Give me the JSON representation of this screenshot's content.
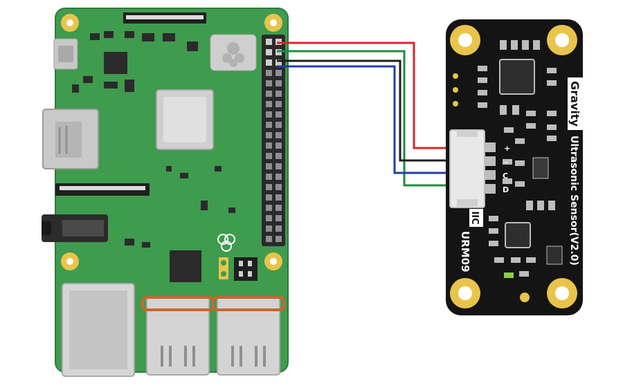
{
  "sensor": {
    "brand": "Gravity",
    "model": "Ultrasonic Sensor(V2.0)",
    "bus": "IIC",
    "part": "URM09",
    "pins": [
      "+",
      "-",
      "C",
      "D"
    ]
  },
  "wires": [
    {
      "signal": "power",
      "color": "#d7262c"
    },
    {
      "signal": "ground",
      "color": "#1d1d1d"
    },
    {
      "signal": "clock",
      "color": "#1d3fa3"
    },
    {
      "signal": "data",
      "color": "#1d8f3a"
    }
  ],
  "colors": {
    "pcb_green": "#3f9b4e",
    "pcb_black": "#141414",
    "gold": "#e8c44a",
    "silver": "#cfcfcf"
  }
}
